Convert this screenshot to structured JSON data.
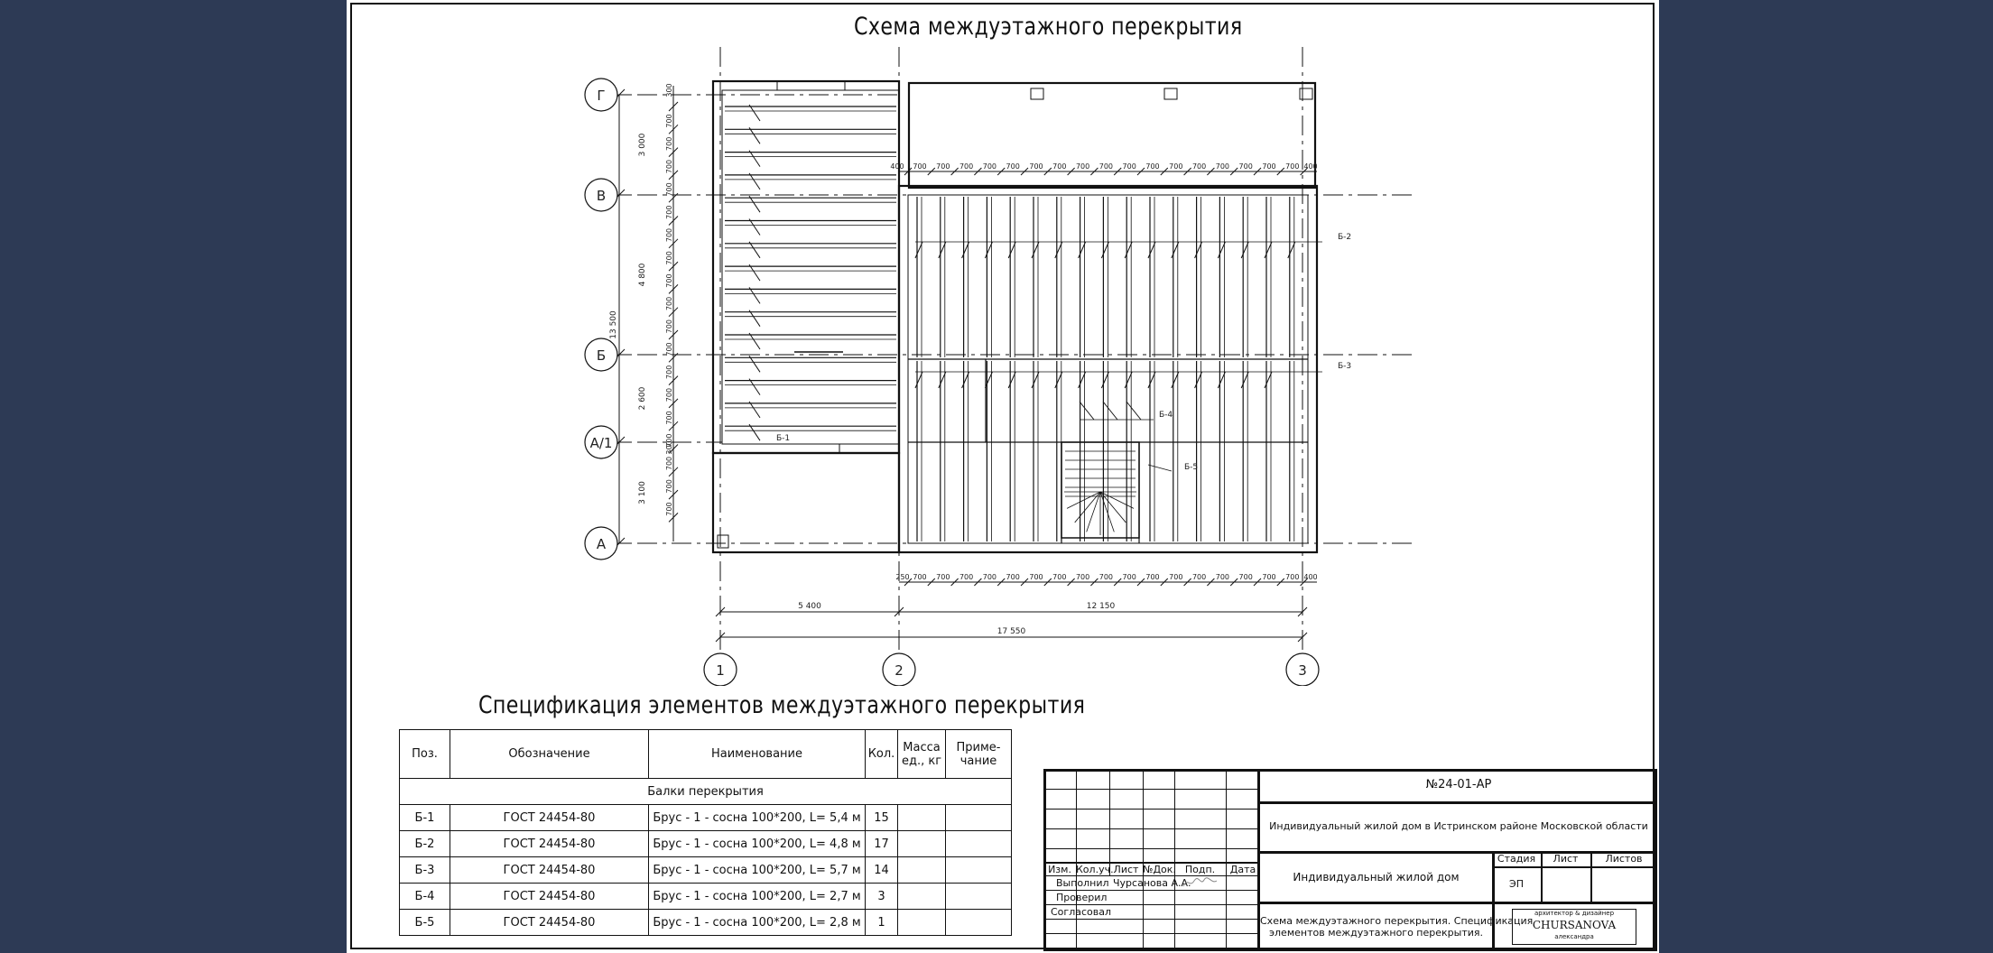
{
  "plan": {
    "title": "Схема междуэтажного перекрытия",
    "axes_rows": [
      "Г",
      "В",
      "Б",
      "А/1",
      "А"
    ],
    "axes_cols": [
      "1",
      "2",
      "3"
    ],
    "left_dims": [
      "3 000",
      "4 800",
      "2 600",
      "3 100"
    ],
    "overall_left_dim": "13 500",
    "left_small_dims": [
      "300",
      "300"
    ],
    "spacing_label": "700",
    "edge_label": "400",
    "bottom_first_label": "250",
    "bottom_dims": [
      "5 400",
      "12 150"
    ],
    "bottom_overall": "17 550",
    "beam_labels": [
      "Б-1",
      "Б-2",
      "Б-3",
      "Б-4",
      "Б-5"
    ]
  },
  "spec": {
    "title": "Спецификация элементов междуэтажного перекрытия",
    "headers": [
      "Поз.",
      "Обозначение",
      "Наименование",
      "Кол.",
      "Масса\nед., кг",
      "Приме-\nчание"
    ],
    "group": "Балки перекрытия",
    "rows": [
      {
        "pos": "Б-1",
        "code": "ГОСТ 24454-80",
        "name": "Брус - 1 - сосна 100*200, L= 5,4 м",
        "qty": "15"
      },
      {
        "pos": "Б-2",
        "code": "ГОСТ 24454-80",
        "name": "Брус - 1 - сосна 100*200, L= 4,8 м",
        "qty": "17"
      },
      {
        "pos": "Б-3",
        "code": "ГОСТ 24454-80",
        "name": "Брус - 1 - сосна 100*200, L= 5,7 м",
        "qty": "14"
      },
      {
        "pos": "Б-4",
        "code": "ГОСТ 24454-80",
        "name": "Брус - 1 - сосна 100*200, L= 2,7 м",
        "qty": "3"
      },
      {
        "pos": "Б-5",
        "code": "ГОСТ 24454-80",
        "name": "Брус - 1 - сосна 100*200, L= 2,8 м",
        "qty": "1"
      }
    ]
  },
  "stamp": {
    "code": "№24-01-АР",
    "project": "Индивидуальный жилой дом в Истринском районе Московской области",
    "building": "Индивидуальный жилой дом",
    "sheet_title_1": "Схема междуэтажного перекрытия. Спецификация",
    "sheet_title_2": "элементов междуэтажного перекрытия.",
    "col_headers": [
      "Изм.",
      "Кол.уч.",
      "Лист",
      "№Док.",
      "Подп.",
      "Дата"
    ],
    "roles": [
      "Выполнил",
      "Проверил",
      "Согласовал"
    ],
    "performer": "Чурсанова А.А.",
    "stage_label": "Стадия",
    "sheet_label": "Лист",
    "sheets_label": "Листов",
    "stage_value": "ЭП",
    "logo_top": "архитектор & дизайнер",
    "logo_main": "CHURSANOVA",
    "logo_bottom": "александра"
  }
}
